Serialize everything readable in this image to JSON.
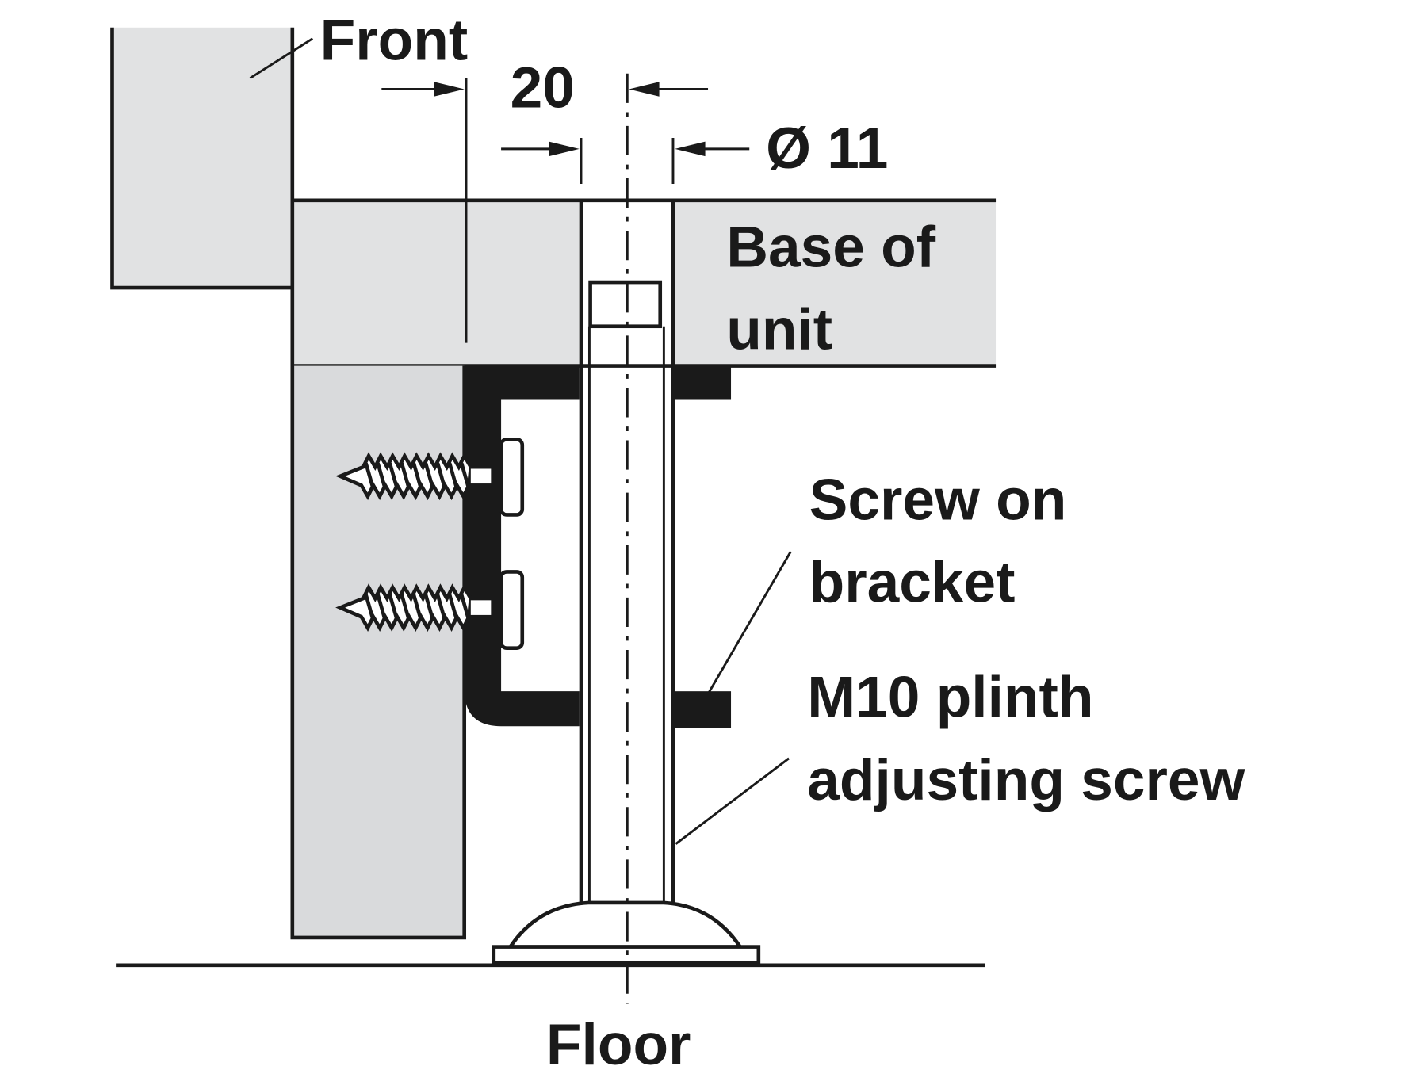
{
  "labels": {
    "front": "Front",
    "dim_offset": "20",
    "dim_diameter": "Ø 11",
    "base_line1": "Base of",
    "base_line2": "unit",
    "bracket_line1": "Screw on",
    "bracket_line2": "bracket",
    "screw_line1": "M10 plinth",
    "screw_line2": "adjusting screw",
    "floor": "Floor"
  },
  "colors": {
    "panel": "#e1e2e3",
    "plinth": "#d9dadc",
    "ink": "#1a1a1a"
  }
}
